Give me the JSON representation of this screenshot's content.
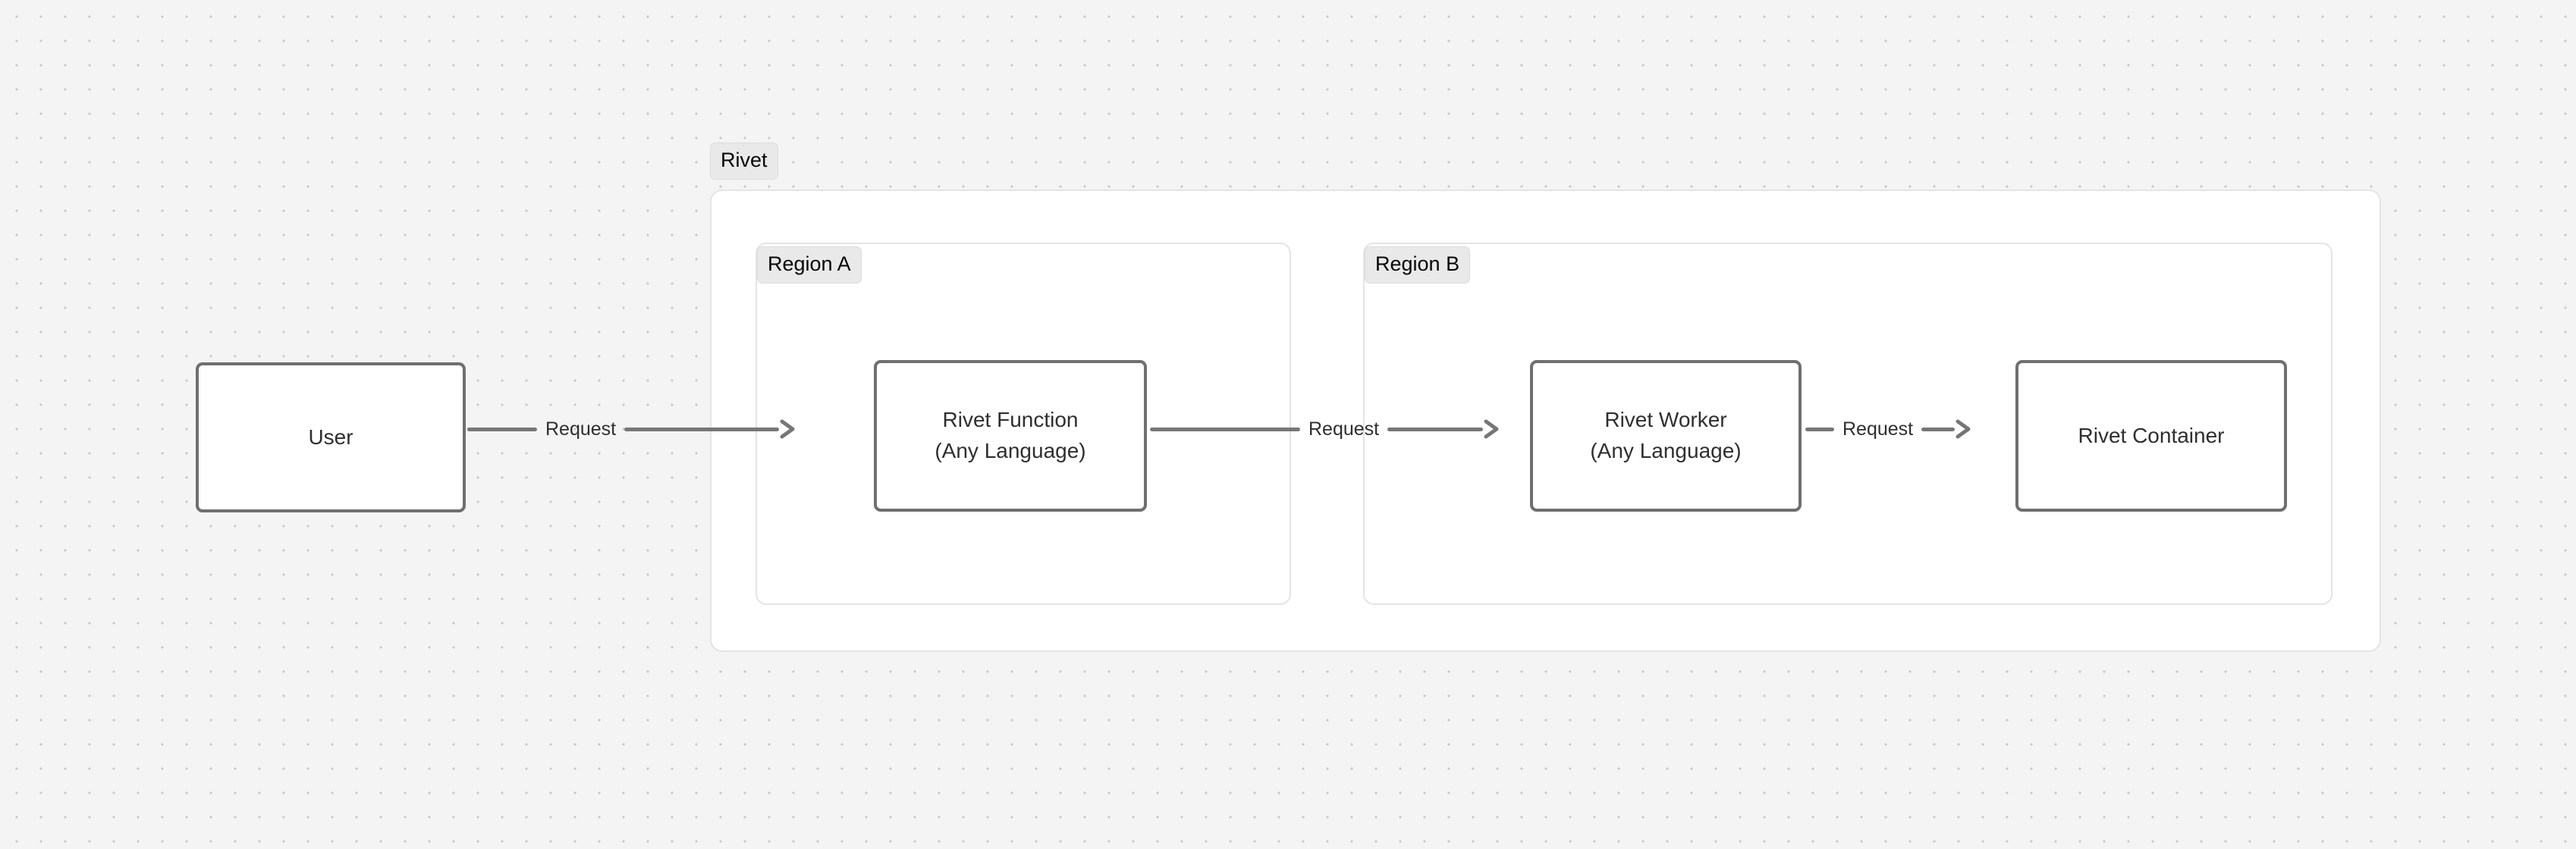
{
  "diagram": {
    "groups": {
      "outer": {
        "label": "Rivet"
      },
      "region_a": {
        "label": "Region A"
      },
      "region_b": {
        "label": "Region B"
      }
    },
    "nodes": [
      {
        "id": "user",
        "line1": "User",
        "line2": ""
      },
      {
        "id": "rivet-function",
        "line1": "Rivet Function",
        "line2": "(Any Language)"
      },
      {
        "id": "rivet-worker",
        "line1": "Rivet Worker",
        "line2": "(Any Language)"
      },
      {
        "id": "rivet-container",
        "line1": "Rivet Container",
        "line2": ""
      }
    ],
    "edges": [
      {
        "id": "user-to-function",
        "label": "Request"
      },
      {
        "id": "function-to-worker",
        "label": "Request"
      },
      {
        "id": "worker-to-container",
        "label": "Request"
      }
    ],
    "colors": {
      "canvas_background": "#f4f4f4",
      "grid_dot": "#c9c9c9",
      "group_background": "#ffffff",
      "group_border": "#e4e4e4",
      "badge_background": "#e9e9e9",
      "badge_border": "#dcdcdc",
      "node_border": "#6f6f6f",
      "node_background": "#ffffff",
      "edge_stroke": "#767676",
      "text": "#2f2f2f"
    }
  }
}
